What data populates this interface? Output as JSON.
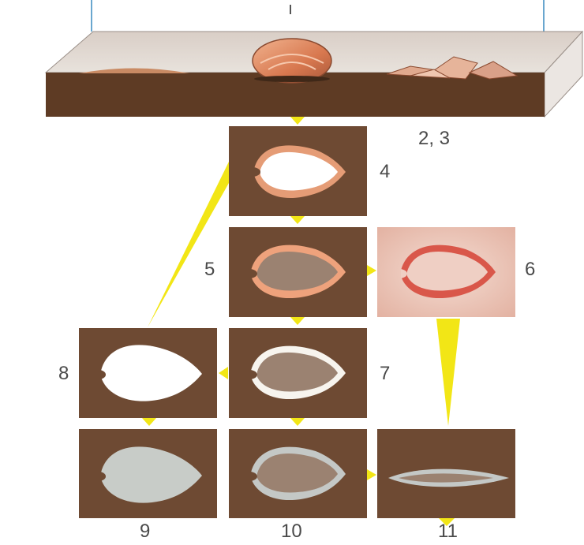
{
  "diagram": {
    "colors": {
      "arrow": "#f2e616",
      "sediment": "#5e3b24",
      "panel": "#6e4a33",
      "water_line": "#6aa7cf",
      "shell_fresh": "#e39a7a",
      "shell_red": "#d9574a",
      "shell_white": "#f7f4ee",
      "shell_grey": "#c8ccc8"
    },
    "labels": {
      "stage_2_3": "2, 3",
      "stage_4": "4",
      "stage_5": "5",
      "stage_6": "6",
      "stage_7": "7",
      "stage_8": "8",
      "stage_9": "9",
      "stage_10": "10",
      "stage_11": "11"
    }
  }
}
